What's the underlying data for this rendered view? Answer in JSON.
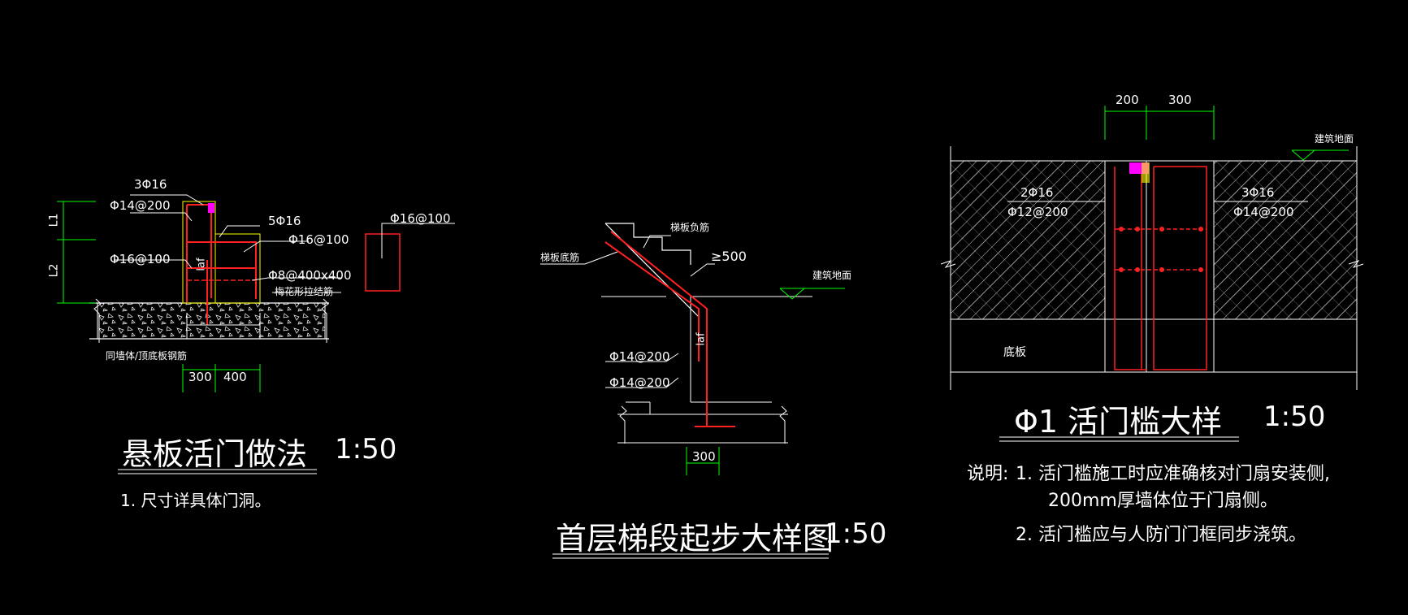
{
  "colors": {
    "background": "#000000",
    "line": "#ffffff",
    "rebar": "#ff2020",
    "dim": "#00ff00",
    "fill": "#ffff00",
    "magenta": "#ff00ff"
  },
  "left": {
    "title": "悬板活门做法",
    "scale": "1:50",
    "note": "1. 尺寸详具体门洞。",
    "labels": {
      "top_bar": "3Φ16",
      "stirrup": "Φ14@200",
      "main": "5Φ16",
      "dist1": "Φ16@100",
      "dist2": "Φ16@100",
      "tie": "Φ8@400x400",
      "tie_note": "梅花形拉结筋",
      "section_label": "Φ16@100",
      "bottom_note": "同墙体/顶底板钢筋",
      "laf": "laf",
      "L1": "L1",
      "L2": "L2",
      "dim1": "300",
      "dim2": "400"
    }
  },
  "middle": {
    "title": "首层梯段起步大样图",
    "scale": "1:50",
    "labels": {
      "neg": "梯板负筋",
      "bottom": "梯板底筋",
      "len": "≥500",
      "floor": "建筑地面",
      "bar1": "Φ14@200",
      "bar2": "Φ14@200",
      "laf": "laf",
      "dim": "300"
    }
  },
  "right": {
    "title": "Φ1 活门槛大样",
    "scale": "1:50",
    "labels": {
      "dim1": "200",
      "dim2": "300",
      "floor": "建筑地面",
      "l_top": "2Φ16",
      "l_stir": "Φ12@200",
      "r_top": "3Φ16",
      "r_stir": "Φ14@200",
      "slab": "底板"
    },
    "note_prefix": "说明:",
    "notes": [
      "1. 活门槛施工时应准确核对门扇安装侧,",
      "200mm厚墙体位于门扇侧。",
      "2. 活门槛应与人防门门框同步浇筑。"
    ]
  }
}
